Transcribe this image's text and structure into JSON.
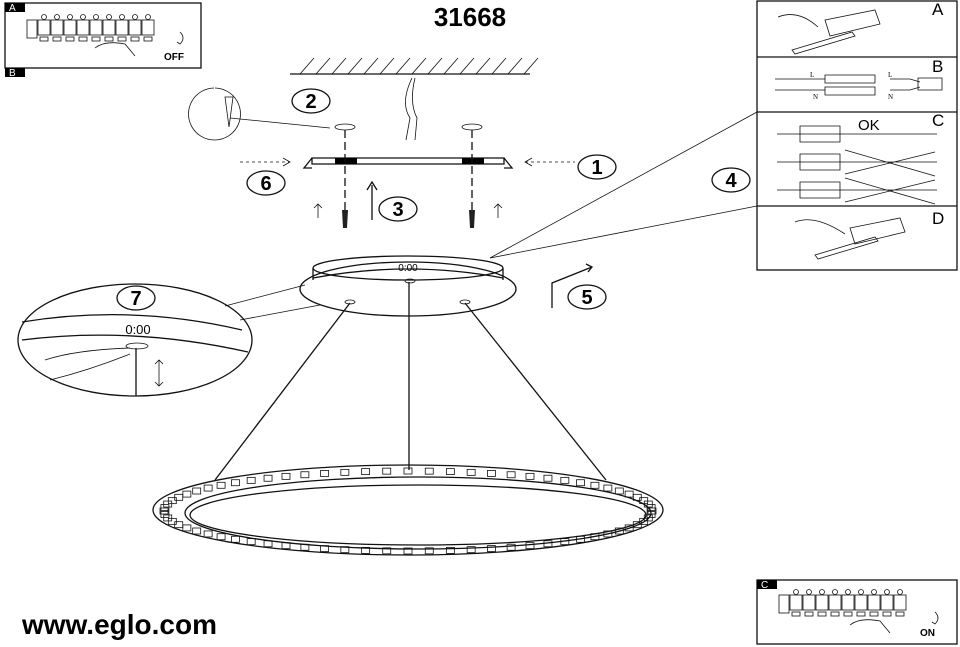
{
  "title": "31668",
  "website": "www.eglo.com",
  "steps": [
    "1",
    "2",
    "3",
    "4",
    "5",
    "6",
    "7"
  ],
  "panels": {
    "off": {
      "tag_top": "A",
      "tag_bottom": "B",
      "label": "OFF"
    },
    "on": {
      "tag": "C",
      "label": "ON"
    },
    "detail_a": {
      "letter": "A"
    },
    "detail_b": {
      "letter": "B",
      "l": "L",
      "n": "N",
      "l2": "L",
      "n2": "N"
    },
    "detail_c": {
      "letter": "C",
      "ok": "OK"
    },
    "detail_d": {
      "letter": "D"
    }
  },
  "canopy_label": "0:00",
  "zoom_label": "0:00"
}
